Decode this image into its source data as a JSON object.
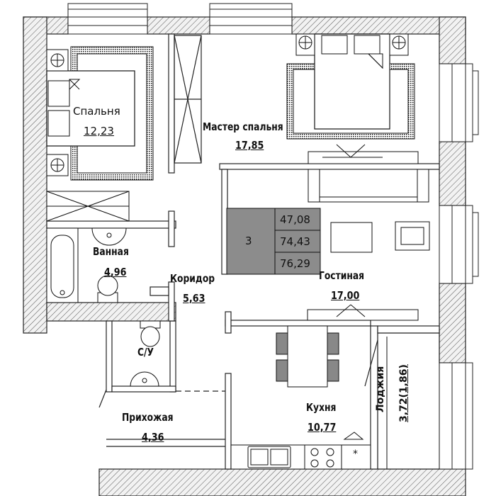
{
  "rooms": {
    "bedroom": {
      "name": "Спальня",
      "area": "12,23"
    },
    "master_bedroom": {
      "name": "Мастер спальня",
      "area": "17,85"
    },
    "bathroom": {
      "name": "Ванная",
      "area": "4,96"
    },
    "corridor": {
      "name": "Коридор",
      "area": "5,63"
    },
    "living_room": {
      "name": "Гостиная",
      "area": "17,00"
    },
    "wc": {
      "name": "С/У"
    },
    "hallway": {
      "name": "Прихожая",
      "area": "4,36"
    },
    "kitchen": {
      "name": "Кухня",
      "area": "10,77"
    },
    "loggia": {
      "name": "Лоджия",
      "area": "3,72(1,86)"
    }
  },
  "apartment_info": {
    "room_count": "3",
    "living_area": "47,08",
    "total_area": "74,43",
    "total_area_with_loggia": "76,29",
    "panel_color": "#8c8c8c"
  },
  "symbols": {
    "kitchen_mark": "*"
  }
}
